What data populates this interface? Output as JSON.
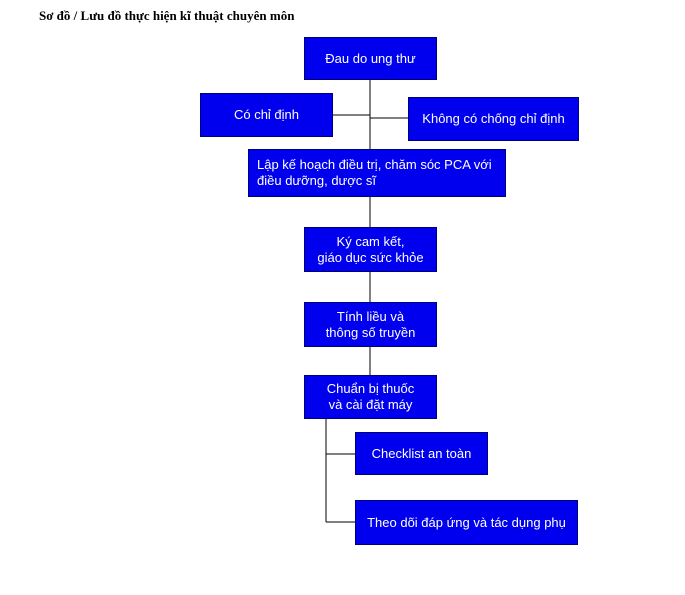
{
  "title": "Sơ đồ / Lưu đồ thực hiện kĩ thuật chuyên môn",
  "colors": {
    "box_fill": "#0000ee",
    "box_text": "#ffffff",
    "connector": "#000000"
  },
  "nodes": {
    "pain": "Đau do ung thư",
    "indicated": "Có chỉ định",
    "no_contra": "Không có chống chỉ định",
    "plan": "Lập kế hoạch điều trị, chăm sóc PCA với\nđiều dưỡng, dược sĩ",
    "consent": "Ký cam kết,\ngiáo dục sức khỏe",
    "dose": "Tính liều và\nthông số truyền",
    "prepare": "Chuẩn bị thuốc\nvà cài đặt máy",
    "checklist": "Checklist an toàn",
    "monitor": "Theo dõi đáp ứng và tác dụng phụ"
  }
}
